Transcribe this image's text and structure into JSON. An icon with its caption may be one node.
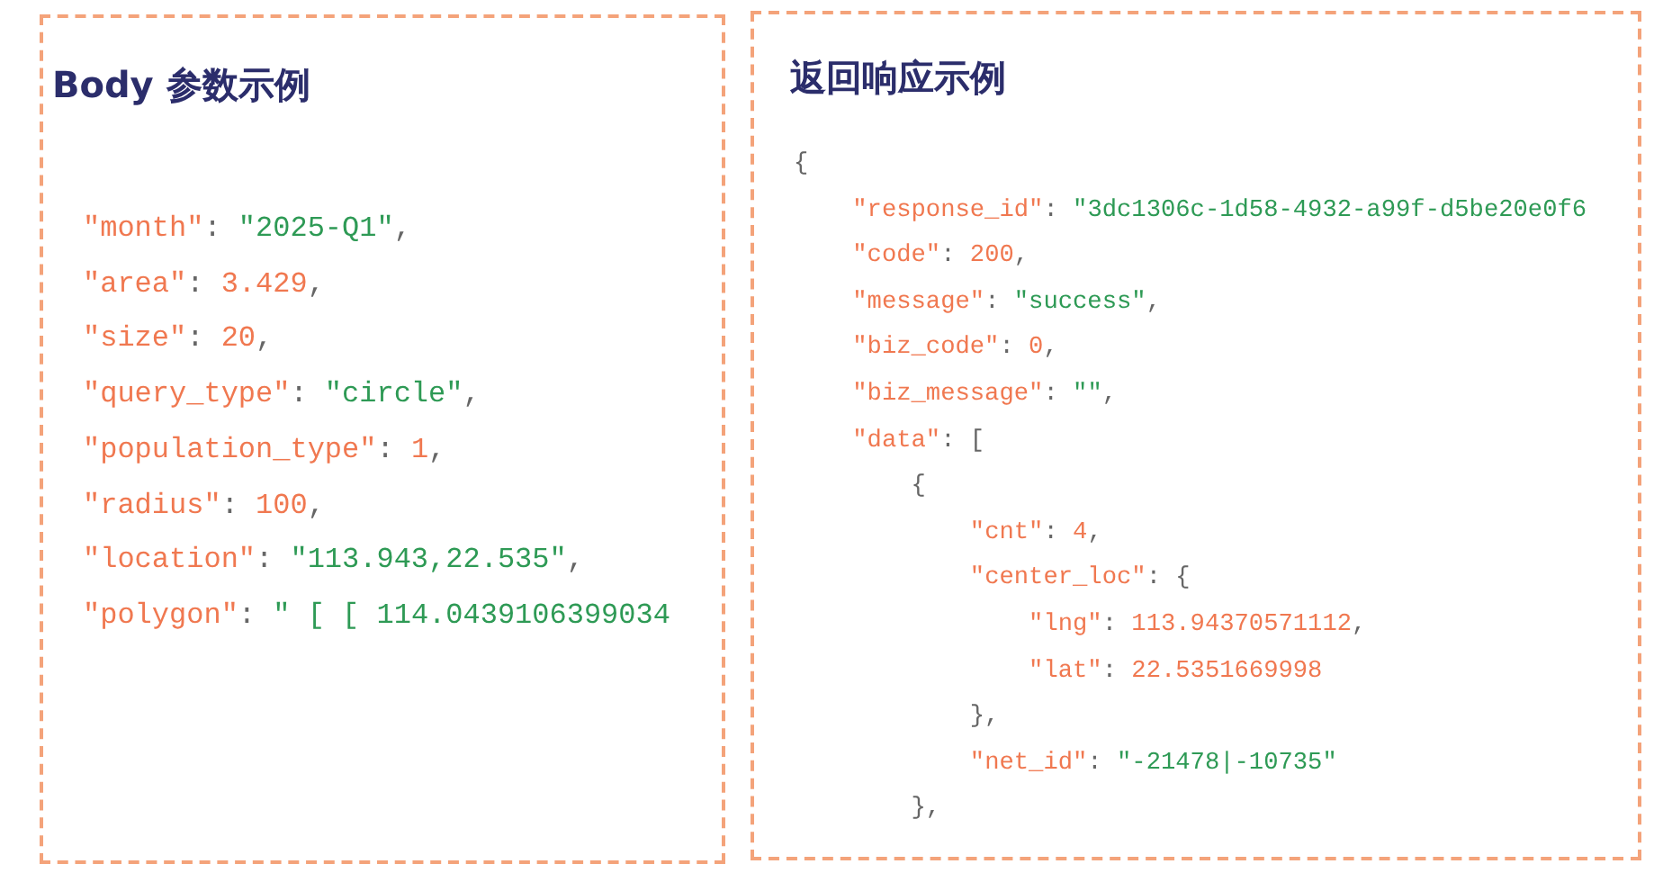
{
  "diagram": {
    "nodes": [
      {
        "text": [
          "Body 参数示例",
          "\"month\": \"2025-Q1\",",
          "\"area\": 3.429,",
          "\"size\": 20,",
          "\"query_type\": \"circle\",",
          "\"population_type\": 1,",
          "\"radius\": 100,",
          "\"location\": \"113.943,22.535\",",
          "\"polygon\": \" [ [ 114.0439106399034"
        ]
      },
      {
        "text": [
          "返回响应示例",
          "{",
          "    \"response_id\": \"3dc1306c-1d58-4932-a99f-d5be20e0f6",
          "    \"code\": 200,",
          "    \"message\": \"success\",",
          "    \"biz_code\": 0,",
          "    \"biz_message\": \"\",",
          "    \"data\": [",
          "        {",
          "            \"cnt\": 4,",
          "            \"center_loc\": {",
          "                \"lng\": 113.94370571112,",
          "                \"lat\": 22.5351669998",
          "            },",
          "            \"net_id\": \"-21478|-10735\"",
          "        },"
        ]
      }
    ]
  }
}
